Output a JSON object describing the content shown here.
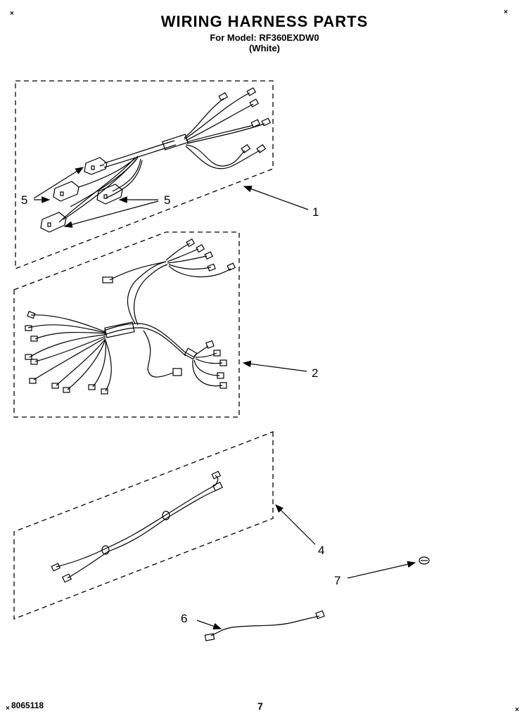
{
  "header": {
    "title": "WIRING HARNESS PARTS",
    "model_line": "For Model: RF360EXDW0",
    "color_line": "(White)"
  },
  "callouts": {
    "c1": "1",
    "c2": "2",
    "c4": "4",
    "c5a": "5",
    "c5b": "5",
    "c6": "6",
    "c7": "7"
  },
  "footer": {
    "code": "8065118",
    "page": "7"
  }
}
